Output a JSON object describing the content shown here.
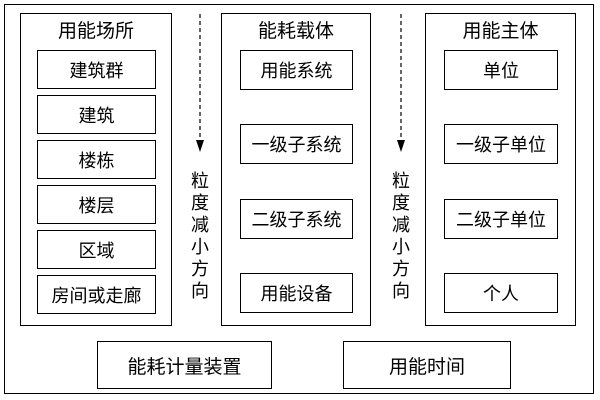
{
  "places": {
    "title": "用能场所",
    "items": [
      "建筑群",
      "建筑",
      "楼栋",
      "楼层",
      "区域",
      "房间或走廊"
    ]
  },
  "carriers": {
    "title": "能耗载体",
    "items": [
      "用能系统",
      "一级子系统",
      "二级子系统",
      "用能设备"
    ]
  },
  "subjects": {
    "title": "用能主体",
    "items": [
      "单位",
      "一级子单位",
      "二级子单位",
      "个人"
    ]
  },
  "granularity_label_1": "粒度减小方向",
  "granularity_label_2": "粒度减小方向",
  "bottom": {
    "device": "能耗计量装置",
    "time": "用能时间"
  }
}
